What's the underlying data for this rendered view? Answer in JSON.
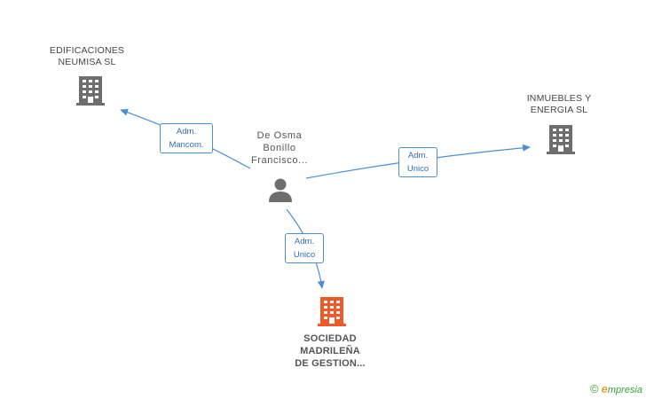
{
  "diagram": {
    "nodes": {
      "edificaciones": {
        "lines": [
          "EDIFICACIONES",
          "NEUMISA SL"
        ],
        "icon": "building-icon",
        "color": "#6e6e6e"
      },
      "inmuebles": {
        "lines": [
          "INMUEBLES Y",
          "ENERGIA SL"
        ],
        "icon": "building-icon",
        "color": "#6e6e6e"
      },
      "person": {
        "lines": [
          "De Osma",
          "Bonillo",
          "Francisco..."
        ],
        "icon": "person-icon",
        "color": "#6e6e6e"
      },
      "sociedad": {
        "lines": [
          "SOCIEDAD",
          "MADRILEÑA",
          "DE GESTION..."
        ],
        "icon": "building-icon",
        "color": "#f05a28"
      }
    },
    "edges": [
      {
        "from": "person",
        "to": "edificaciones",
        "lines": [
          "Adm.",
          "Mancom."
        ]
      },
      {
        "from": "person",
        "to": "inmuebles",
        "lines": [
          "Adm.",
          "Unico"
        ]
      },
      {
        "from": "person",
        "to": "sociedad",
        "lines": [
          "Adm.",
          "Unico"
        ]
      }
    ],
    "edge_color": "#4a8fd6"
  },
  "footer": {
    "copyright_symbol": "©",
    "brand_initial": "e",
    "brand_rest": "mpresia"
  }
}
